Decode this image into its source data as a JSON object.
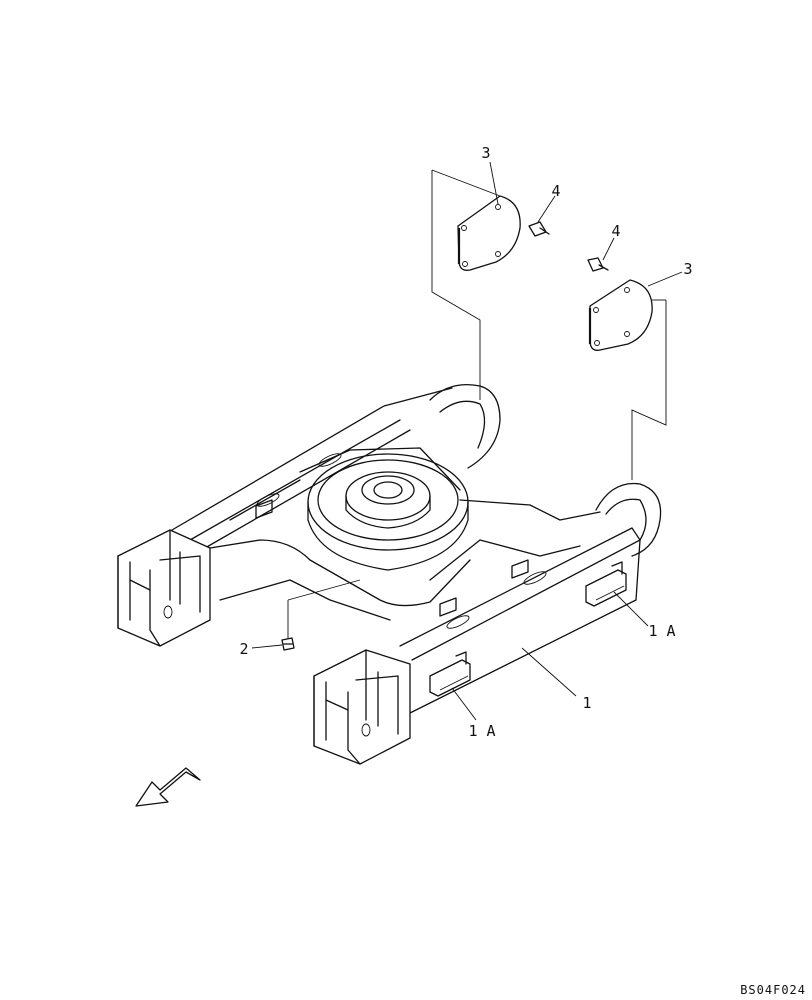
{
  "labels": {
    "frame": "1",
    "frame_detail_front": "1 A",
    "frame_detail_rear": "1 A",
    "drain_plug": "2",
    "cover_left": "3",
    "cover_right": "3",
    "bolt_left": "4",
    "bolt_right": "4"
  },
  "drawing_code": "BS04F024"
}
